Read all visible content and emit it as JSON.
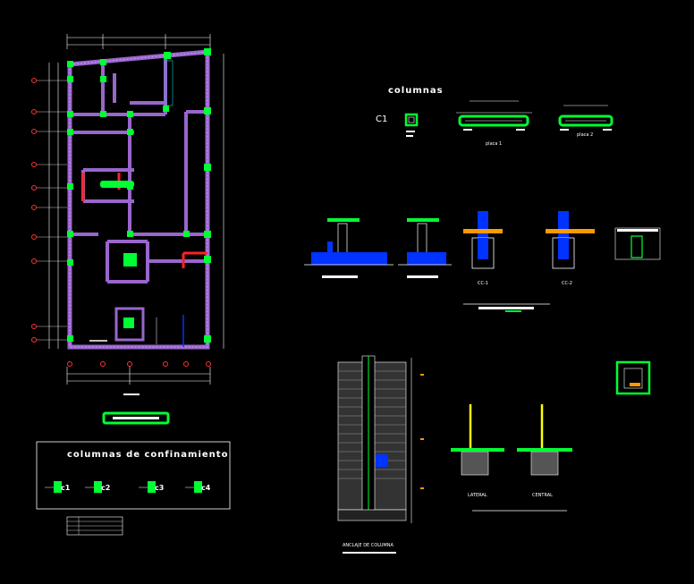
{
  "colors": {
    "background": "#000000",
    "wall": "#9966cc",
    "column": "#00ff33",
    "beam": "#ff2222",
    "linework": "#ffffff",
    "fill": "#0033ff",
    "accent": "#ffff00",
    "grid_marker": "#ff3333",
    "dimension": "#00cccc"
  },
  "columnas_title": "columnas",
  "column_c1_label": "C1",
  "placa1_label": "placa 1",
  "placa2_label": "placa 2",
  "confinement_title": "columnas de confinamiento",
  "confinement_items": [
    "c1",
    "c2",
    "c3",
    "c4"
  ],
  "section_cc1_label": "CC-1",
  "section_cc2_label": "CC-2",
  "anclaje_label": "ANCLAJE DE COLUMNA",
  "lateral_label": "LATERAL",
  "central_label": "CENTRAL",
  "icons": [
    "column-section-icon",
    "grid-axis-marker-icon",
    "footing-detail-icon"
  ]
}
